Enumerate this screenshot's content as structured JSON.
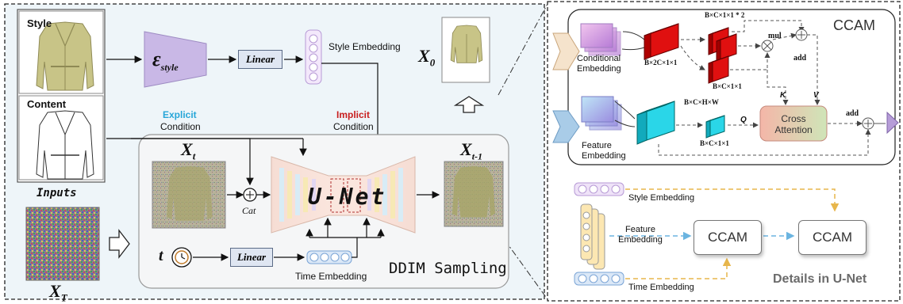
{
  "left": {
    "inputs_label": "Inputs",
    "style_label": "Style",
    "content_label": "Content",
    "encoder_label": "ε",
    "encoder_sub": "style",
    "linear_top": "Linear",
    "style_embedding": "Style Embedding",
    "x0": "X",
    "x0_sub": "0",
    "explicit": "Explicit",
    "explicit_condition": "Condition",
    "implicit": "Implicit",
    "implicit_condition": "Condition",
    "xt": "X",
    "xt_sub": "t",
    "xt1": "X",
    "xt1_sub": "t-1",
    "unet": "U-Net",
    "cat": "Cat",
    "t_symbol": "t",
    "linear_bottom": "Linear",
    "time_embedding": "Time Embedding",
    "ddim": "DDIM Sampling",
    "xT": "X",
    "xT_sub": "T"
  },
  "right": {
    "ccam_title": "CCAM",
    "conditional_embedding": "Conditional Embedding",
    "feature_embedding": "Feature Embedding",
    "b2c": "B×2C×1×1",
    "bc2": "B×C×1×1 * 2",
    "bc_a": "B×C×1×1",
    "bchw": "B×C×H×W",
    "bc_b": "B×C×1×1",
    "mul": "mul",
    "add1": "add",
    "add2": "add",
    "k": "K",
    "v": "V",
    "q": "Q",
    "cross_attention": "Cross Attention",
    "style_embedding": "Style Embedding",
    "feature_embedding_2": "Feature Embedding",
    "time_embedding": "Time Embedding",
    "ccam1": "CCAM",
    "ccam2": "CCAM",
    "details": "Details in U-Net"
  }
}
